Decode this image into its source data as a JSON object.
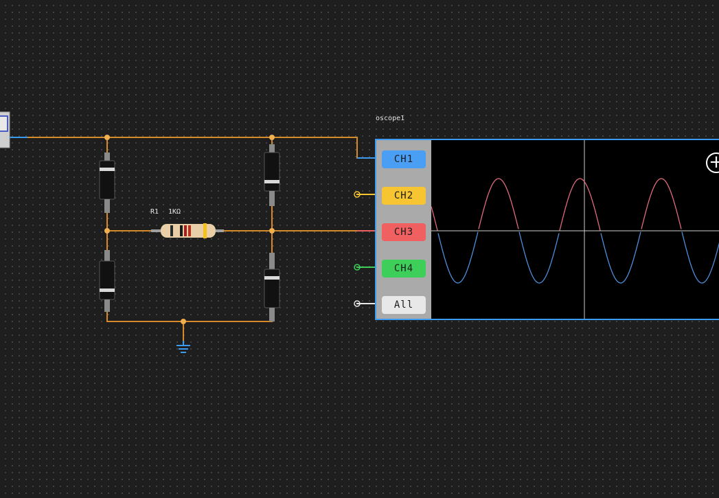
{
  "oscilloscope": {
    "title": "oscope1",
    "channels": [
      {
        "label": "CH1",
        "color": "#4a9ff5",
        "text_color": "#1a1a1a"
      },
      {
        "label": "CH2",
        "color": "#f6c531",
        "text_color": "#1a1a1a"
      },
      {
        "label": "CH3",
        "color": "#f06060",
        "text_color": "#1a1a1a"
      },
      {
        "label": "CH4",
        "color": "#3ecf5a",
        "text_color": "#1a1a1a"
      },
      {
        "label": "All",
        "color": "#e8e8e8",
        "text_color": "#1a1a1a"
      }
    ],
    "plus_icon": "plus-circle-icon"
  },
  "resistor": {
    "name": "R1",
    "value": "1KΩ"
  },
  "colors": {
    "wire": "#d78a2a",
    "selected_wire": "#3b9bf0",
    "ground": "#3b9bf0",
    "trace_positive": "#e06b7c",
    "trace_negative": "#4c8fdc"
  }
}
